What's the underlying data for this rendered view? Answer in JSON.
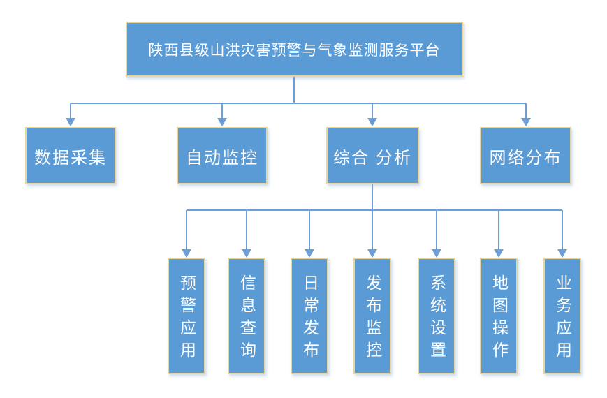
{
  "diagram": {
    "type": "org-chart",
    "title": "陕西县级山洪灾害预警与气象监测服务平台",
    "nodes": {
      "root": {
        "label": "陕西县级山洪灾害预警与气象监测服务平台"
      },
      "level2": [
        {
          "label": "数据采集"
        },
        {
          "label": "自动监控"
        },
        {
          "label": "综合 分析"
        },
        {
          "label": "网络分布"
        }
      ],
      "level3_parent": "综合 分析",
      "level3": [
        {
          "label": "预警应用"
        },
        {
          "label": "信息查询"
        },
        {
          "label": "日常发布"
        },
        {
          "label": "发布监控"
        },
        {
          "label": "系统设置"
        },
        {
          "label": "地图操作"
        },
        {
          "label": "业务应用"
        }
      ]
    }
  },
  "colors": {
    "box_fill": "#5B9BD5",
    "box_border": "#E8D59B",
    "connector": "#6C9ED8",
    "text_color": "#FFFFFF",
    "bg": "#FFFFFF"
  }
}
